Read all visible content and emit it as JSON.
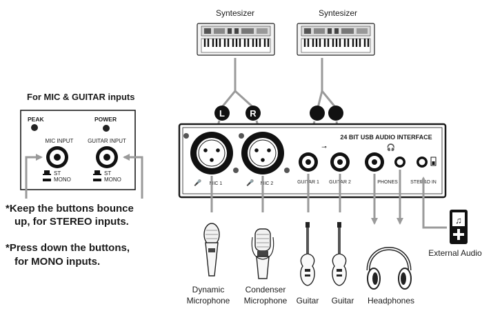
{
  "synths": [
    {
      "label": "Syntesizer"
    },
    {
      "label": "Syntesizer"
    }
  ],
  "side_panel": {
    "title": "For MIC & GUITAR inputs",
    "peak": "PEAK",
    "power": "POWER",
    "mic_input": "MIC INPUT",
    "guitar_input": "GUITAR INPUT",
    "st": "ST",
    "mono": "MONO"
  },
  "notes": {
    "note1_line1": "*Keep the buttons bounce",
    "note1_line2": "up, for STEREO inputs.",
    "note2_line1": "*Press down the buttons,",
    "note2_line2": "for MONO inputs."
  },
  "interface": {
    "title": "24 BIT USB AUDIO INTERFACE",
    "jacks": {
      "mic1": "MIC 1",
      "mic2": "MIC 2",
      "guitar1": "GUITAR 1",
      "guitar2": "GUITAR 2",
      "phones": "PHONES",
      "stereo_in": "STEREO IN"
    },
    "badges": {
      "left": "L",
      "right": "R"
    }
  },
  "devices": {
    "dynamic_mic": {
      "line1": "Dynamic",
      "line2": "Microphone"
    },
    "condenser_mic": {
      "line1": "Condenser",
      "line2": "Microphone"
    },
    "guitar1": "Guitar",
    "guitar2": "Guitar",
    "headphones": "Headphones",
    "external_audio": "External Audio"
  },
  "colors": {
    "cable": "#9a9a9a",
    "panel_stroke": "#1a1a1a",
    "badge": "#111111"
  }
}
